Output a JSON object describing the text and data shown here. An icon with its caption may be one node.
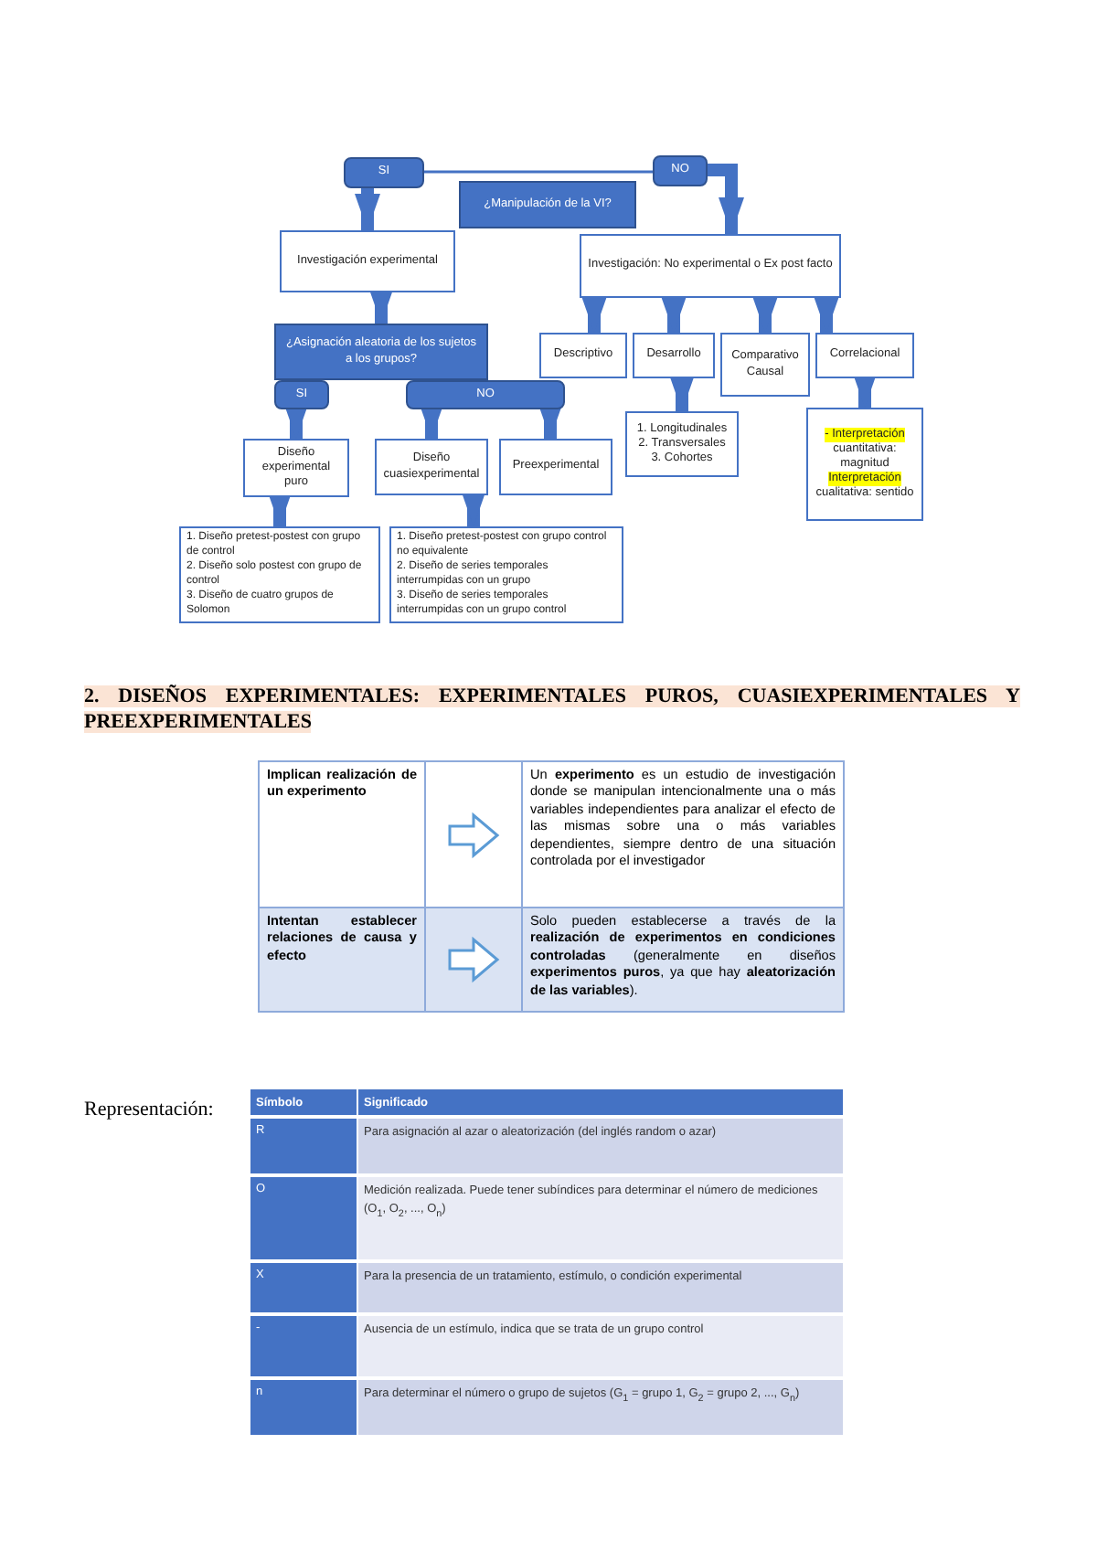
{
  "diagram": {
    "nodes": [
      {
        "text": [
          "SI"
        ]
      },
      {
        "text": [
          "¿Manipulación de la VI?"
        ]
      },
      {
        "text": [
          "NO"
        ]
      },
      {
        "text": [
          "Investigación experimental"
        ]
      },
      {
        "text": [
          "Investigación: No experimental o Ex post facto"
        ]
      },
      {
        "text": [
          "¿Asignación aleatoria de los sujetos a los grupos?"
        ]
      },
      {
        "text": [
          "SI"
        ]
      },
      {
        "text": [
          "NO"
        ]
      },
      {
        "text": [
          "Diseño experimental puro"
        ]
      },
      {
        "text": [
          "Diseño cuasiexperimental"
        ]
      },
      {
        "text": [
          "Preexperimental"
        ]
      },
      {
        "text": [
          "1. Diseño pretest-postest con grupo de control",
          "2. Diseño solo postest con grupo de control",
          "3. Diseño de cuatro grupos de Solomon"
        ]
      },
      {
        "text": [
          "1. Diseño pretest-postest con grupo control no equivalente",
          "2. Diseño de series temporales interrumpidas con un grupo",
          "3. Diseño de series temporales interrumpidas con un grupo control"
        ]
      },
      {
        "text": [
          "Descriptivo"
        ]
      },
      {
        "text": [
          "Desarrollo"
        ]
      },
      {
        "text": [
          "Comparativo",
          "Causal"
        ]
      },
      {
        "text": [
          "Correlacional"
        ]
      },
      {
        "text": [
          "1. Longitudinales",
          "2. Transversales",
          "3. Cohortes"
        ]
      },
      {
        "text": [
          "- Interpretación",
          "cuantitativa: magnitud",
          "Interpretación",
          "cualitativa: sentido"
        ]
      }
    ],
    "edges": [
      {
        "from": 0,
        "to": 2,
        "arrow": "none"
      },
      {
        "from": 0,
        "to": 3,
        "arrow": "to"
      },
      {
        "from": 2,
        "to": 4,
        "arrow": "to"
      },
      {
        "from": 3,
        "to": 5,
        "arrow": "to"
      },
      {
        "from": 6,
        "to": 8,
        "arrow": "to"
      },
      {
        "from": 7,
        "to": 9,
        "arrow": "to"
      },
      {
        "from": 7,
        "to": 10,
        "arrow": "to"
      },
      {
        "from": 8,
        "to": 11,
        "arrow": "to"
      },
      {
        "from": 9,
        "to": 12,
        "arrow": "to"
      },
      {
        "from": 4,
        "to": 13,
        "arrow": "to"
      },
      {
        "from": 4,
        "to": 14,
        "arrow": "to"
      },
      {
        "from": 4,
        "to": 15,
        "arrow": "to"
      },
      {
        "from": 4,
        "to": 16,
        "arrow": "to"
      },
      {
        "from": 14,
        "to": 17,
        "arrow": "to"
      },
      {
        "from": 16,
        "to": 18,
        "arrow": "to"
      }
    ],
    "labels": [
      "2. DISEÑOS EXPERIMENTALES: EXPERIMENTALES PUROS, CUASIEXPERIMENTALES Y PREEXPERIMENTALES",
      "Implican realización de un experimento",
      "Un **experimento** es un estudio de investigación donde se manipulan intencionalmente una o más variables independientes para analizar el efecto de las mismas sobre una o más variables dependientes, siempre dentro de una situación controlada por el investigador",
      "Intentan establecer relaciones de causa y efecto",
      "Solo pueden establecerse a través de la **realización de experimentos en condiciones controladas** (generalmente en diseños **experimentos puros**, ya que hay **aleatorización de las variables**).",
      "Representación:",
      "Símbolo",
      "Significado",
      "R",
      "Para asignación al azar o aleatorización (del inglés random o azar)",
      "O",
      "Medición realizada. Puede tener subíndices para determinar el número de mediciones (O$_{1}$, O$_{2}$, ..., O$_{n}$)",
      "X",
      "Para la presencia de un tratamiento, estímulo, o condición experimental",
      "-",
      "Ausencia de un estímulo, indica que se trata de un grupo control",
      "n",
      "Para determinar el número o grupo de sujetos (G$_{1}$ = grupo 1, G$_{2}$ = grupo 2, ..., G$_{n}$)"
    ]
  }
}
